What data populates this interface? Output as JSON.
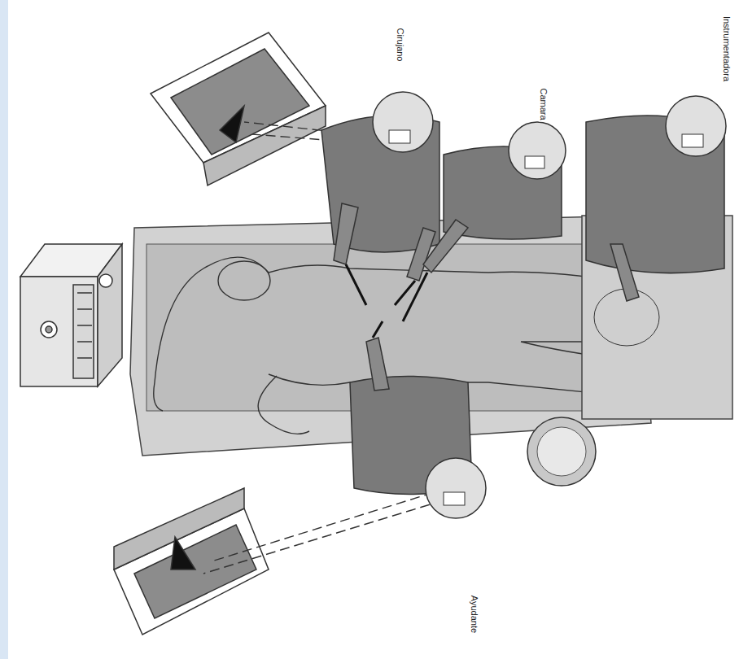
{
  "diagram": {
    "labels": [
      "Cirujano",
      "Camara",
      "Instrumentadora",
      "Ayudante"
    ]
  }
}
